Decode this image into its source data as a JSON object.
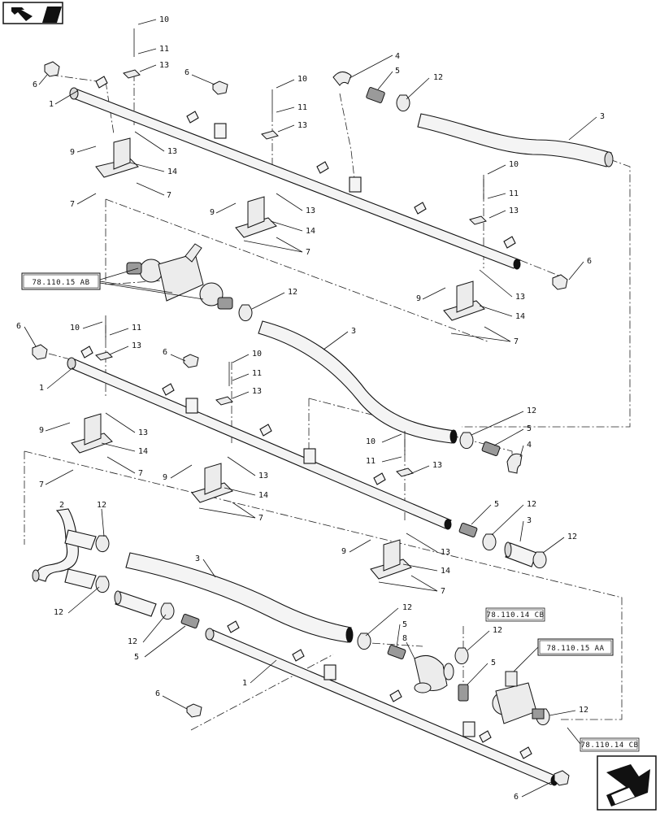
{
  "callouts": {
    "n1": "1",
    "n2": "2",
    "n3": "3",
    "n4": "4",
    "n5": "5",
    "n6": "6",
    "n7": "7",
    "n8": "8",
    "n9": "9",
    "n10": "10",
    "n11": "11",
    "n12": "12",
    "n13": "13",
    "n14": "14"
  },
  "references": {
    "ref_ab": "78.110.15 AB",
    "ref_aa": "78.110.15 AA",
    "ref_cb": "78.110.14 CB"
  },
  "icons": {
    "top_left": "book-navigation-icon",
    "bottom_right": "next-page-arrow-icon"
  }
}
